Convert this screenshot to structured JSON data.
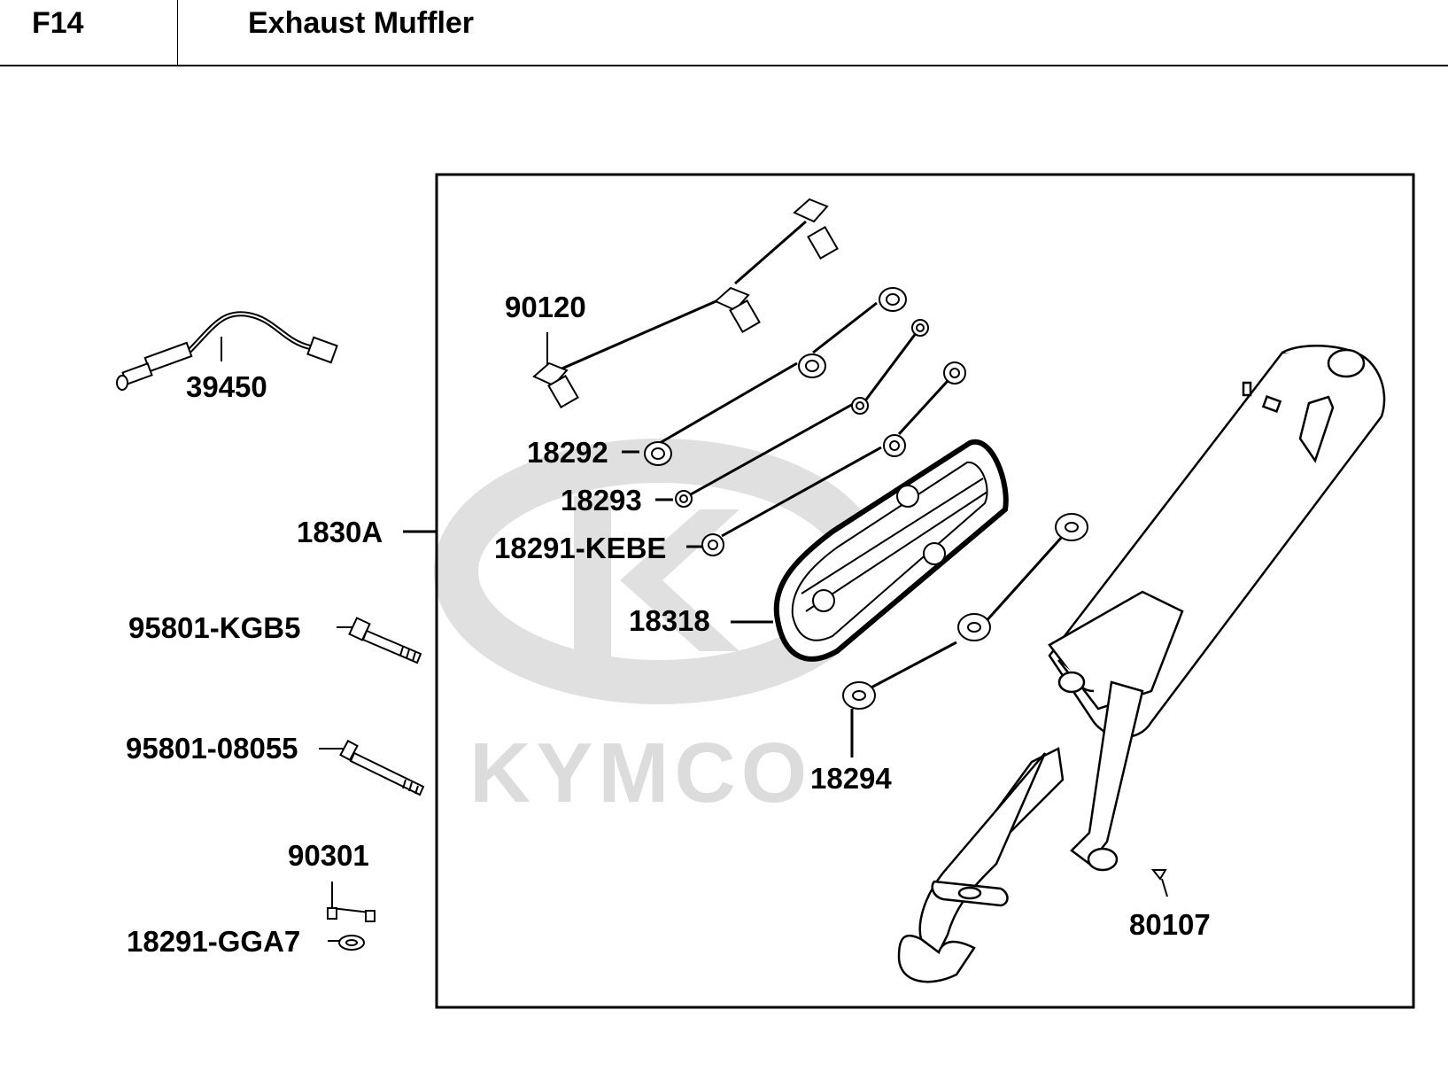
{
  "header": {
    "code": "F14",
    "title": "Exhaust Muffler"
  },
  "watermark": {
    "brand": "KYMCO",
    "color": "#dcdcdc"
  },
  "parts": [
    {
      "id": "39450",
      "label": "39450"
    },
    {
      "id": "1830A",
      "label": "1830A"
    },
    {
      "id": "95801-KGB5",
      "label": "95801-KGB5"
    },
    {
      "id": "95801-08055",
      "label": "95801-08055"
    },
    {
      "id": "90301",
      "label": "90301"
    },
    {
      "id": "18291-GGA7",
      "label": "18291-GGA7"
    },
    {
      "id": "90120",
      "label": "90120"
    },
    {
      "id": "18292",
      "label": "18292"
    },
    {
      "id": "18293",
      "label": "18293"
    },
    {
      "id": "18291-KEBE",
      "label": "18291-KEBE"
    },
    {
      "id": "18318",
      "label": "18318"
    },
    {
      "id": "18294",
      "label": "18294"
    },
    {
      "id": "80107",
      "label": "80107"
    }
  ]
}
